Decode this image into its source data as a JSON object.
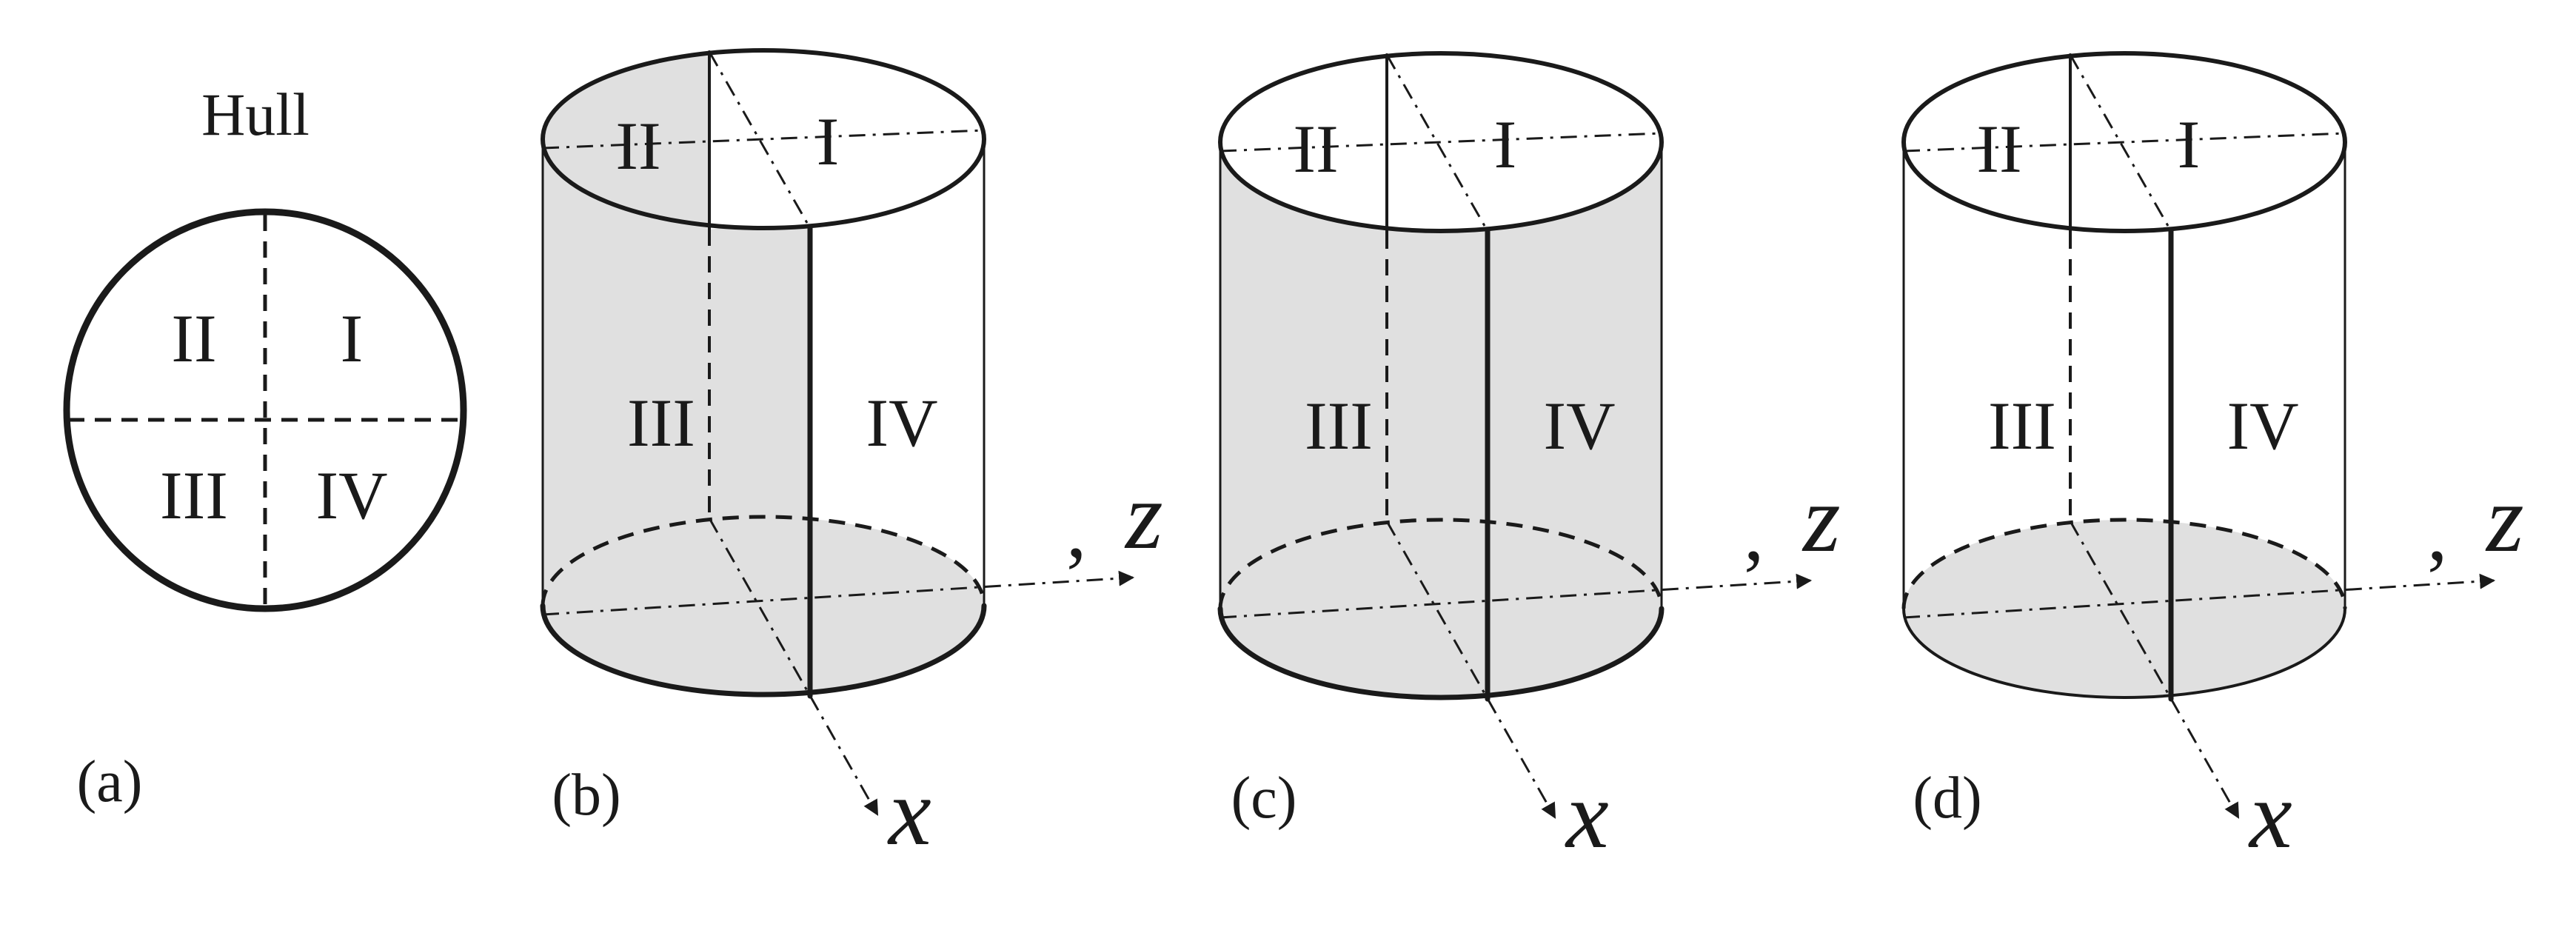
{
  "hull_title": "Hull",
  "panel_a": {
    "label": "(a)",
    "quadrants": [
      "I",
      "II",
      "III",
      "IV"
    ]
  },
  "panels": [
    {
      "label": "(b)",
      "quadrants": [
        "I",
        "II",
        "III",
        "IV"
      ],
      "shaded": [
        "II",
        "III",
        "bottom"
      ]
    },
    {
      "label": "(c)",
      "quadrants": [
        "I",
        "II",
        "III",
        "IV"
      ],
      "shaded": [
        "III",
        "IV",
        "bottom"
      ]
    },
    {
      "label": "(d)",
      "quadrants": [
        "I",
        "II",
        "III",
        "IV"
      ],
      "shaded": [
        "bottom"
      ]
    }
  ],
  "axes": {
    "z_label": "z",
    "x_label": "x",
    "prime": ","
  },
  "colors": {
    "line": "#1a1a1a",
    "shade": "#e0e0e0",
    "prime": "#aaaaaa"
  }
}
